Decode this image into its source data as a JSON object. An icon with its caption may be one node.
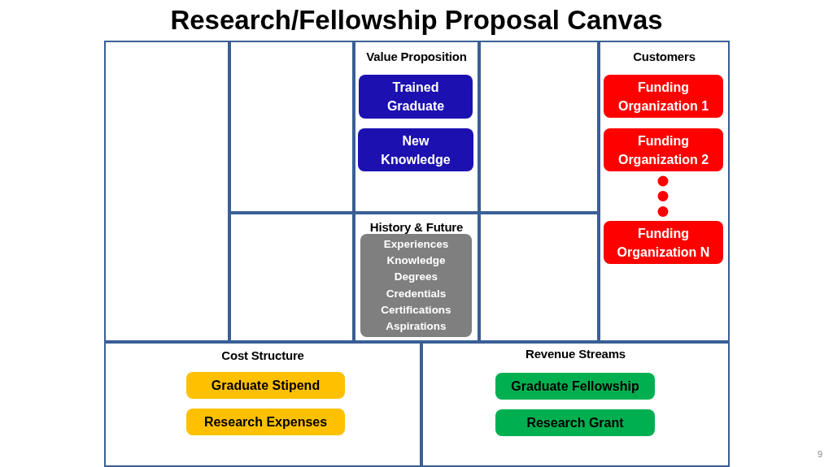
{
  "diagram": {
    "title": "Research/Fellowship Proposal Canvas",
    "nodes": [
      {
        "text": [],
        "shape": "box"
      },
      {
        "text": [],
        "shape": "box"
      },
      {
        "text": [
          "Value Proposition"
        ]
      },
      {
        "text": [],
        "shape": "box"
      },
      {
        "text": [
          "Customers"
        ]
      },
      {
        "text": [],
        "shape": "box"
      },
      {
        "text": [
          "History & Future"
        ]
      },
      {
        "text": [],
        "shape": "box"
      },
      {
        "text": [
          "Cost Structure"
        ]
      },
      {
        "text": [
          "Revenue Streams"
        ]
      },
      {
        "text": [
          "Trained Graduate"
        ],
        "in": 2
      },
      {
        "text": [
          "New Knowledge"
        ],
        "in": 2
      },
      {
        "text": [
          "Funding Organization 1"
        ],
        "in": 4
      },
      {
        "text": [
          "Funding Organization 2"
        ],
        "in": 4
      },
      {
        "text": [
          "Funding Organization N"
        ],
        "in": 4
      },
      {
        "text": [
          "Experiences",
          "Knowledge",
          "Degrees",
          "Credentials",
          "Certifications",
          "Aspirations"
        ],
        "in": 6
      },
      {
        "text": [
          "Graduate Stipend"
        ],
        "in": 8
      },
      {
        "text": [
          "Research Expenses"
        ],
        "in": 8
      },
      {
        "text": [
          "Graduate Fellowship"
        ],
        "in": 9
      },
      {
        "text": [
          "Research Grant"
        ],
        "in": 9
      }
    ],
    "labels": [
      "9"
    ]
  }
}
